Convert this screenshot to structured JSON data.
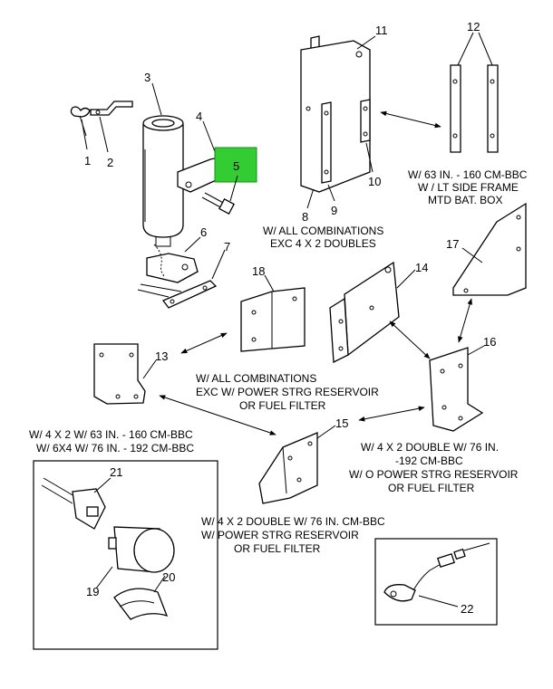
{
  "highlight_color": "#33cc33",
  "labels": {
    "p1": "1",
    "p2": "2",
    "p3": "3",
    "p4": "4",
    "p5": "5",
    "p6": "6",
    "p7": "7",
    "p8": "8",
    "p9": "9",
    "p10": "10",
    "p11": "11",
    "p12": "12",
    "p13": "13",
    "p14": "14",
    "p15": "15",
    "p16": "16",
    "p17": "17",
    "p18": "18",
    "p19": "19",
    "p20": "20",
    "p21": "21",
    "p22": "22"
  },
  "captions": {
    "all_combos_1": "W/ ALL COMBINATIONS",
    "all_combos_2": "EXC 4 X 2 DOUBLES",
    "frame_1": "W/ 63 IN. - 160 CM-BBC",
    "frame_2": "W / LT SIDE FRAME",
    "frame_3": "MTD BAT. BOX",
    "reservoir_1": "W/ ALL COMBINATIONS",
    "reservoir_2": "EXC W/ POWER STRG RESERVOIR",
    "reservoir_3": "OR FUEL FILTER",
    "wheelbase_1": "W/ 4 X 2 W/ 63 IN. - 160 CM-BBC",
    "wheelbase_2": "W/ 6X4 W/ 76 IN. - 192 CM-BBC",
    "double_1": "W/ 4 X 2 DOUBLE W/ 76 IN.",
    "double_2": "-192 CM-BBC",
    "double_3": "W/ O POWER STRG RESERVOIR",
    "double_4": "OR FUEL FILTER",
    "double_cm_1": "W/ 4 X 2 DOUBLE W/ 76 IN. CM-BBC",
    "double_cm_2": "W/ POWER STRG RESERVOIR",
    "double_cm_3": "OR FUEL FILTER"
  }
}
